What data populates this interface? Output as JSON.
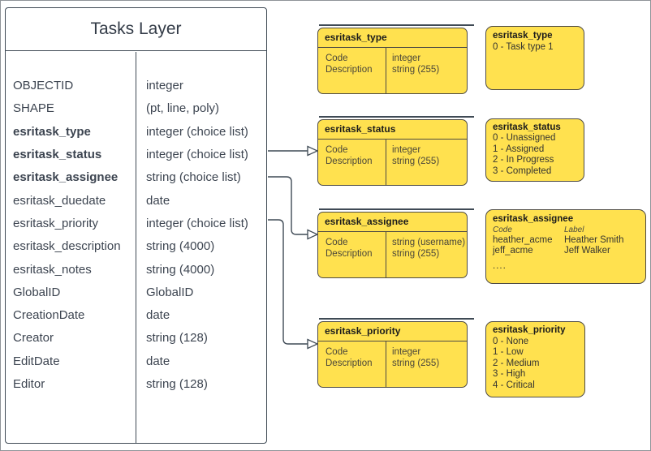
{
  "colors": {
    "box_fill": "#ffe14f",
    "box_border": "#4e4b44",
    "line_stroke": "#3f4a55",
    "table_text": "#3c4450"
  },
  "layer_table": {
    "title": "Tasks Layer",
    "fields": [
      {
        "name": "OBJECTID",
        "type": "integer"
      },
      {
        "name": "SHAPE",
        "type": "(pt, line, poly)"
      },
      {
        "name": "esritask_type",
        "type": "integer (choice list)"
      },
      {
        "name": "esritask_status",
        "type": "integer (choice list)"
      },
      {
        "name": "esritask_assignee",
        "type": "string (choice list)"
      },
      {
        "name": "esritask_duedate",
        "type": "date"
      },
      {
        "name": "esritask_priority",
        "type": "integer (choice list)"
      },
      {
        "name": "esritask_description",
        "type": "string (4000)"
      },
      {
        "name": "esritask_notes",
        "type": "string (4000)"
      },
      {
        "name": "GlobalID",
        "type": "GlobalID"
      },
      {
        "name": "CreationDate",
        "type": "date"
      },
      {
        "name": "Creator",
        "type": "string (128)"
      },
      {
        "name": "EditDate",
        "type": "date"
      },
      {
        "name": "Editor",
        "type": "string (128)"
      }
    ]
  },
  "domain_tables": [
    {
      "title": "esritask_type",
      "rows": [
        {
          "label": "Code",
          "value": "integer"
        },
        {
          "label": "Description",
          "value": "string (255)"
        }
      ]
    },
    {
      "title": "esritask_status",
      "rows": [
        {
          "label": "Code",
          "value": "integer"
        },
        {
          "label": "Description",
          "value": "string (255)"
        }
      ]
    },
    {
      "title": "esritask_assignee",
      "rows": [
        {
          "label": "Code",
          "value": "string  (username)"
        },
        {
          "label": "Description",
          "value": "string (255)"
        }
      ]
    },
    {
      "title": "esritask_priority",
      "rows": [
        {
          "label": "Code",
          "value": "integer"
        },
        {
          "label": "Description",
          "value": "string (255)"
        }
      ]
    }
  ],
  "legends": {
    "type": {
      "title": "esritask_type",
      "items": [
        "0 - Task type 1"
      ]
    },
    "status": {
      "title": "esritask_status",
      "items": [
        "0 - Unassigned",
        "1 - Assigned",
        "2 - In Progress",
        "3 - Completed"
      ]
    },
    "assignee": {
      "title": "esritask_assignee",
      "col_headers": {
        "code": "Code",
        "label": "Label"
      },
      "rows": [
        {
          "code": "heather_acme",
          "label": "Heather Smith"
        },
        {
          "code": "jeff_acme",
          "label": "Jeff Walker"
        }
      ],
      "more": "...."
    },
    "priority": {
      "title": "esritask_priority",
      "items": [
        "0 - None",
        "1 - Low",
        "2 - Medium",
        "3 - High",
        "4 - Critical"
      ]
    }
  }
}
